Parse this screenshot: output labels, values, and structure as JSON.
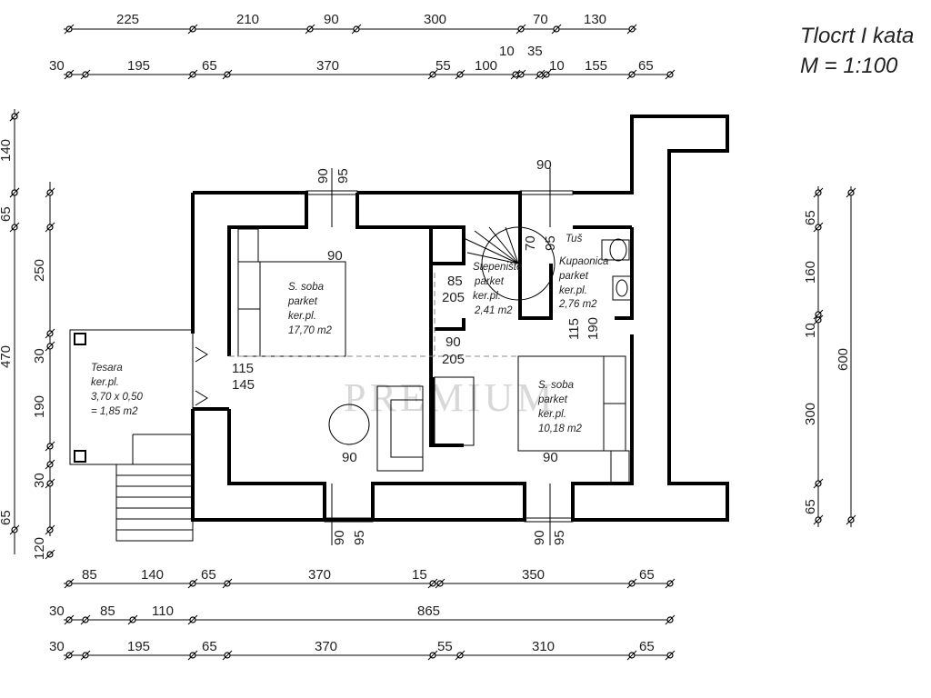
{
  "title": {
    "line1": "Tlocrt I kata",
    "line2": "M = 1:100"
  },
  "watermark": "PREMIUM",
  "dimensions": {
    "top_row_1": [
      "225",
      "210",
      "90",
      "300",
      "70",
      "130"
    ],
    "top_row_2": [
      "30",
      "195",
      "65",
      "370",
      "55",
      "100",
      "10",
      "35",
      "10",
      "155",
      "65"
    ],
    "bottom_row_1": [
      "85",
      "140",
      "65",
      "370",
      "15",
      "350",
      "65"
    ],
    "bottom_row_2": [
      "30",
      "85",
      "110",
      "865"
    ],
    "bottom_row_3": [
      "30",
      "195",
      "65",
      "370",
      "55",
      "310",
      "65"
    ],
    "left_column": [
      "140",
      "65",
      "250",
      "470",
      "30",
      "190",
      "30",
      "65",
      "120"
    ],
    "right_column": [
      "65",
      "160",
      "10",
      "600",
      "300",
      "65"
    ],
    "openings": {
      "window_top_left_a": "90",
      "window_top_left_b": "95",
      "window_top_right": "90",
      "stair_a": "70",
      "stair_b": "95",
      "bed1_width": "90",
      "stair_85": "85",
      "stair_205": "205",
      "hall_90": "90",
      "hall_205": "205",
      "hall_115": "115",
      "hall_145": "145",
      "bath_115": "115",
      "bath_190": "190",
      "bottom_left_90": "90",
      "bottom_right_90": "90",
      "win_bottom_left_a": "90",
      "win_bottom_left_b": "95",
      "win_bottom_right_a": "90",
      "win_bottom_right_b": "95"
    }
  },
  "rooms": {
    "bedroom1": [
      "S. soba",
      "parket",
      "ker.pl.",
      "17,70 m2"
    ],
    "stairs": [
      "Stepenište",
      "parket",
      "ker.pl.",
      "2,41 m2"
    ],
    "bathroom": [
      "Kupaonica",
      "parket",
      "ker.pl.",
      "2,76 m2"
    ],
    "shower": "Tuš",
    "bedroom2": [
      "S. soba",
      "parket",
      "ker.pl.",
      "10,18 m2"
    ],
    "terrace": [
      "Tesara",
      "ker.pl.",
      "3,70 x 0,50",
      "= 1,85 m2"
    ]
  }
}
